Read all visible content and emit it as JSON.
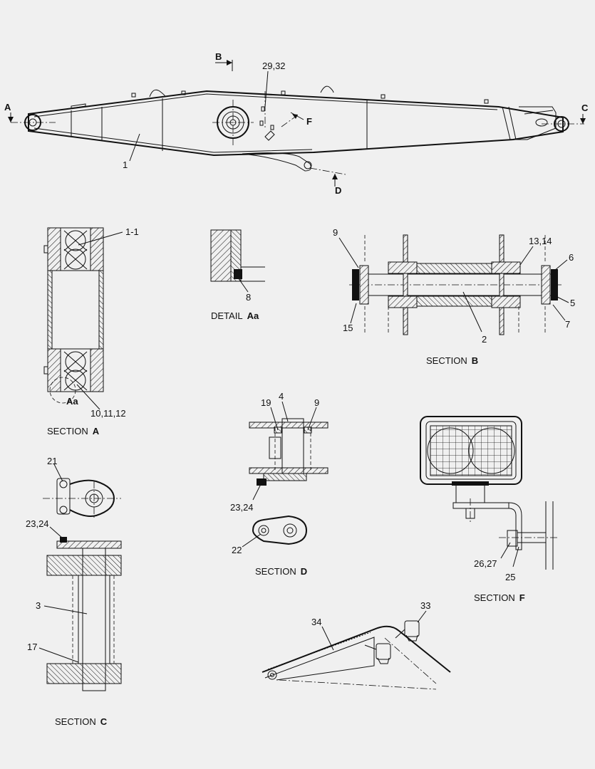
{
  "boom": {
    "callouts": [
      "1",
      "29,32"
    ],
    "markers": [
      "A",
      "B",
      "C",
      "D",
      "F"
    ]
  },
  "section_a": {
    "callouts": [
      "1-1",
      "Aa",
      "10,11,12"
    ],
    "caption_prefix": "SECTION",
    "caption_letter": "A"
  },
  "detail_aa": {
    "callouts": [
      "8"
    ],
    "caption_prefix": "DETAIL",
    "caption_letter": "Aa"
  },
  "section_b": {
    "callouts": [
      "9",
      "13,14",
      "6",
      "5",
      "7",
      "15",
      "2"
    ],
    "caption_prefix": "SECTION",
    "caption_letter": "B"
  },
  "section_c": {
    "callouts": [
      "21",
      "23,24",
      "3",
      "17"
    ],
    "caption_prefix": "SECTION",
    "caption_letter": "C"
  },
  "section_d": {
    "callouts": [
      "19",
      "4",
      "9",
      "23,24",
      "22"
    ],
    "caption_prefix": "SECTION",
    "caption_letter": "D"
  },
  "section_f": {
    "callouts": [
      "26,27",
      "25"
    ],
    "caption_prefix": "SECTION",
    "caption_letter": "F"
  },
  "lamp_view": {
    "callouts": [
      "34",
      "33"
    ]
  }
}
